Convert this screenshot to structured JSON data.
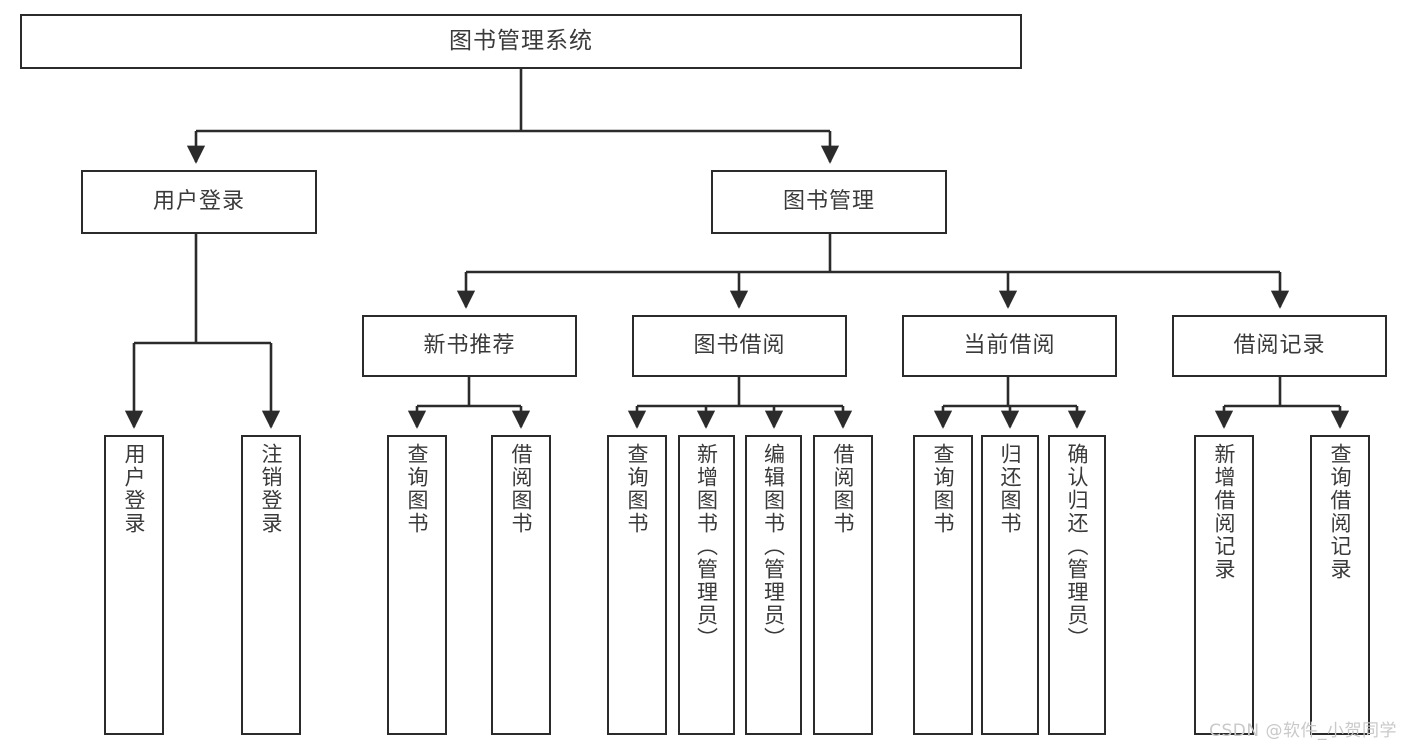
{
  "diagram": {
    "title": "图书管理系统",
    "type": "tree",
    "orientation": "top-down",
    "line_color": "#2b2b2b",
    "box_fill": "#ffffff",
    "text_color": "#3a3a3a",
    "nodes": {
      "root": {
        "label": "图书管理系统",
        "level": 0
      },
      "login": {
        "label": "用户登录",
        "level": 1
      },
      "book_mgmt": {
        "label": "图书管理",
        "level": 1
      },
      "new_book": {
        "label": "新书推荐",
        "level": 2
      },
      "borrow": {
        "label": "图书借阅",
        "level": 2
      },
      "current": {
        "label": "当前借阅",
        "level": 2
      },
      "record": {
        "label": "借阅记录",
        "level": 2
      },
      "leaf_login_1": {
        "label": "用户登录",
        "level": 3
      },
      "leaf_login_2": {
        "label": "注销登录",
        "level": 3
      },
      "leaf_new_1": {
        "label": "查询图书",
        "level": 3
      },
      "leaf_new_2": {
        "label": "借阅图书",
        "level": 3
      },
      "leaf_borrow_1": {
        "label": "查询图书",
        "level": 3
      },
      "leaf_borrow_2": {
        "label": "新增图书（管理员）",
        "level": 3
      },
      "leaf_borrow_3": {
        "label": "编辑图书（管理员）",
        "level": 3
      },
      "leaf_borrow_4": {
        "label": "借阅图书",
        "level": 3
      },
      "leaf_current_1": {
        "label": "查询图书",
        "level": 3
      },
      "leaf_current_2": {
        "label": "归还图书",
        "level": 3
      },
      "leaf_current_3": {
        "label": "确认归还（管理员）",
        "level": 3
      },
      "leaf_record_1": {
        "label": "新增借阅记录",
        "level": 3
      },
      "leaf_record_2": {
        "label": "查询借阅记录",
        "level": 3
      }
    },
    "edges": [
      {
        "from": "root",
        "to": "login"
      },
      {
        "from": "root",
        "to": "book_mgmt"
      },
      {
        "from": "book_mgmt",
        "to": "new_book"
      },
      {
        "from": "book_mgmt",
        "to": "borrow"
      },
      {
        "from": "book_mgmt",
        "to": "current"
      },
      {
        "from": "book_mgmt",
        "to": "record"
      },
      {
        "from": "login",
        "to": "leaf_login_1"
      },
      {
        "from": "login",
        "to": "leaf_login_2"
      },
      {
        "from": "new_book",
        "to": "leaf_new_1"
      },
      {
        "from": "new_book",
        "to": "leaf_new_2"
      },
      {
        "from": "borrow",
        "to": "leaf_borrow_1"
      },
      {
        "from": "borrow",
        "to": "leaf_borrow_2"
      },
      {
        "from": "borrow",
        "to": "leaf_borrow_3"
      },
      {
        "from": "borrow",
        "to": "leaf_borrow_4"
      },
      {
        "from": "current",
        "to": "leaf_current_1"
      },
      {
        "from": "current",
        "to": "leaf_current_2"
      },
      {
        "from": "current",
        "to": "leaf_current_3"
      },
      {
        "from": "record",
        "to": "leaf_record_1"
      },
      {
        "from": "record",
        "to": "leaf_record_2"
      }
    ]
  },
  "watermark": {
    "text": "CSDN @软件_小贺同学",
    "color": "#c9c9c9"
  }
}
